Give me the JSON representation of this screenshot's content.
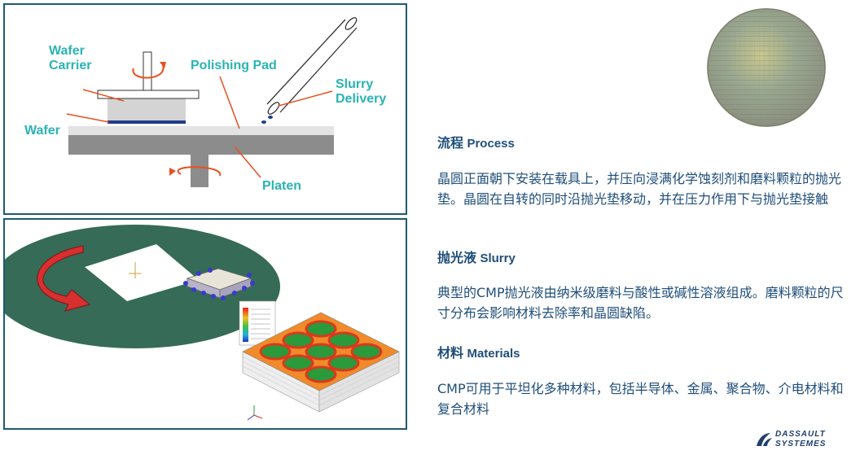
{
  "diagram": {
    "wafer_carrier_label": "Wafer\nCarrier",
    "polishing_pad_label": "Polishing Pad",
    "slurry_delivery_label": "Slurry\nDelivery",
    "wafer_label": "Wafer",
    "platen_label": "Platen"
  },
  "sections": [
    {
      "title_cn": "流程",
      "title_en": "Process",
      "body": "晶圆正面朝下安装在载具上，并压向浸满化学蚀刻剂和磨料颗粒的抛光垫。晶圆在自转的同时沿抛光垫移动，并在压力作用下与抛光垫接触"
    },
    {
      "title_cn": "抛光液",
      "title_en": "Slurry",
      "body": "典型的CMP抛光液由纳米级磨料与酸性或碱性溶液组成。磨料颗粒的尺寸分布会影响材料去除率和晶圆缺陷。"
    },
    {
      "title_cn": "材料",
      "title_en": "Materials",
      "body": "CMP可用于平坦化多种材料，包括半导体、金属、聚合物、介电材料和复合材料"
    }
  ],
  "logo": {
    "line1": "DASSAULT",
    "line2": "SYSTEMES"
  },
  "colors": {
    "label_teal": "#2bb3b3",
    "text_navy": "#1f4e79",
    "arrow_orange": "#e8501e",
    "panel_border": "#1f5a6e",
    "platen_gray": "#8c8c8c",
    "pad_green": "#356b57"
  }
}
